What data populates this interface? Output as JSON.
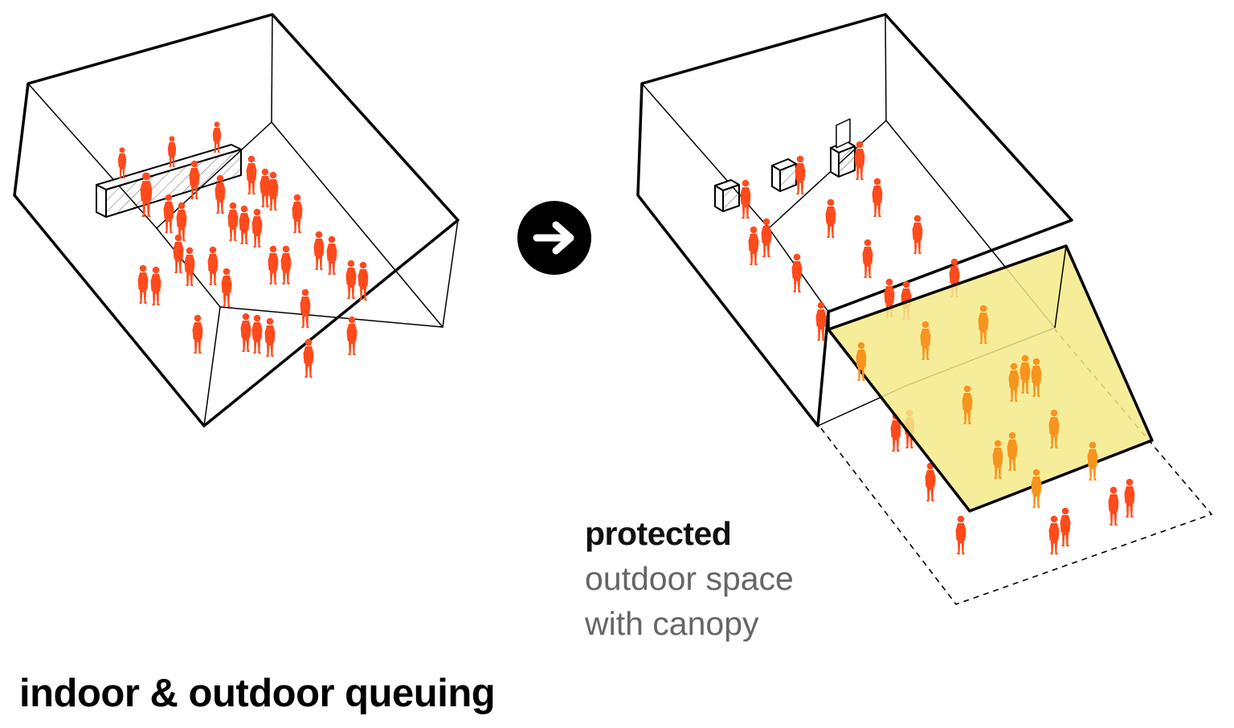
{
  "diagram": {
    "title": "indoor & outdoor queuing",
    "caption": {
      "bold_line": "protected",
      "light_line_1": "outdoor space",
      "light_line_2": "with canopy"
    },
    "colors": {
      "person": "#ff4a1c",
      "person_under_canopy": "#f7941d",
      "canopy_fill": "#f4ea8a",
      "line": "#000000",
      "caption_gray": "#666666"
    },
    "icons": [
      "arrow-right-icon"
    ]
  }
}
